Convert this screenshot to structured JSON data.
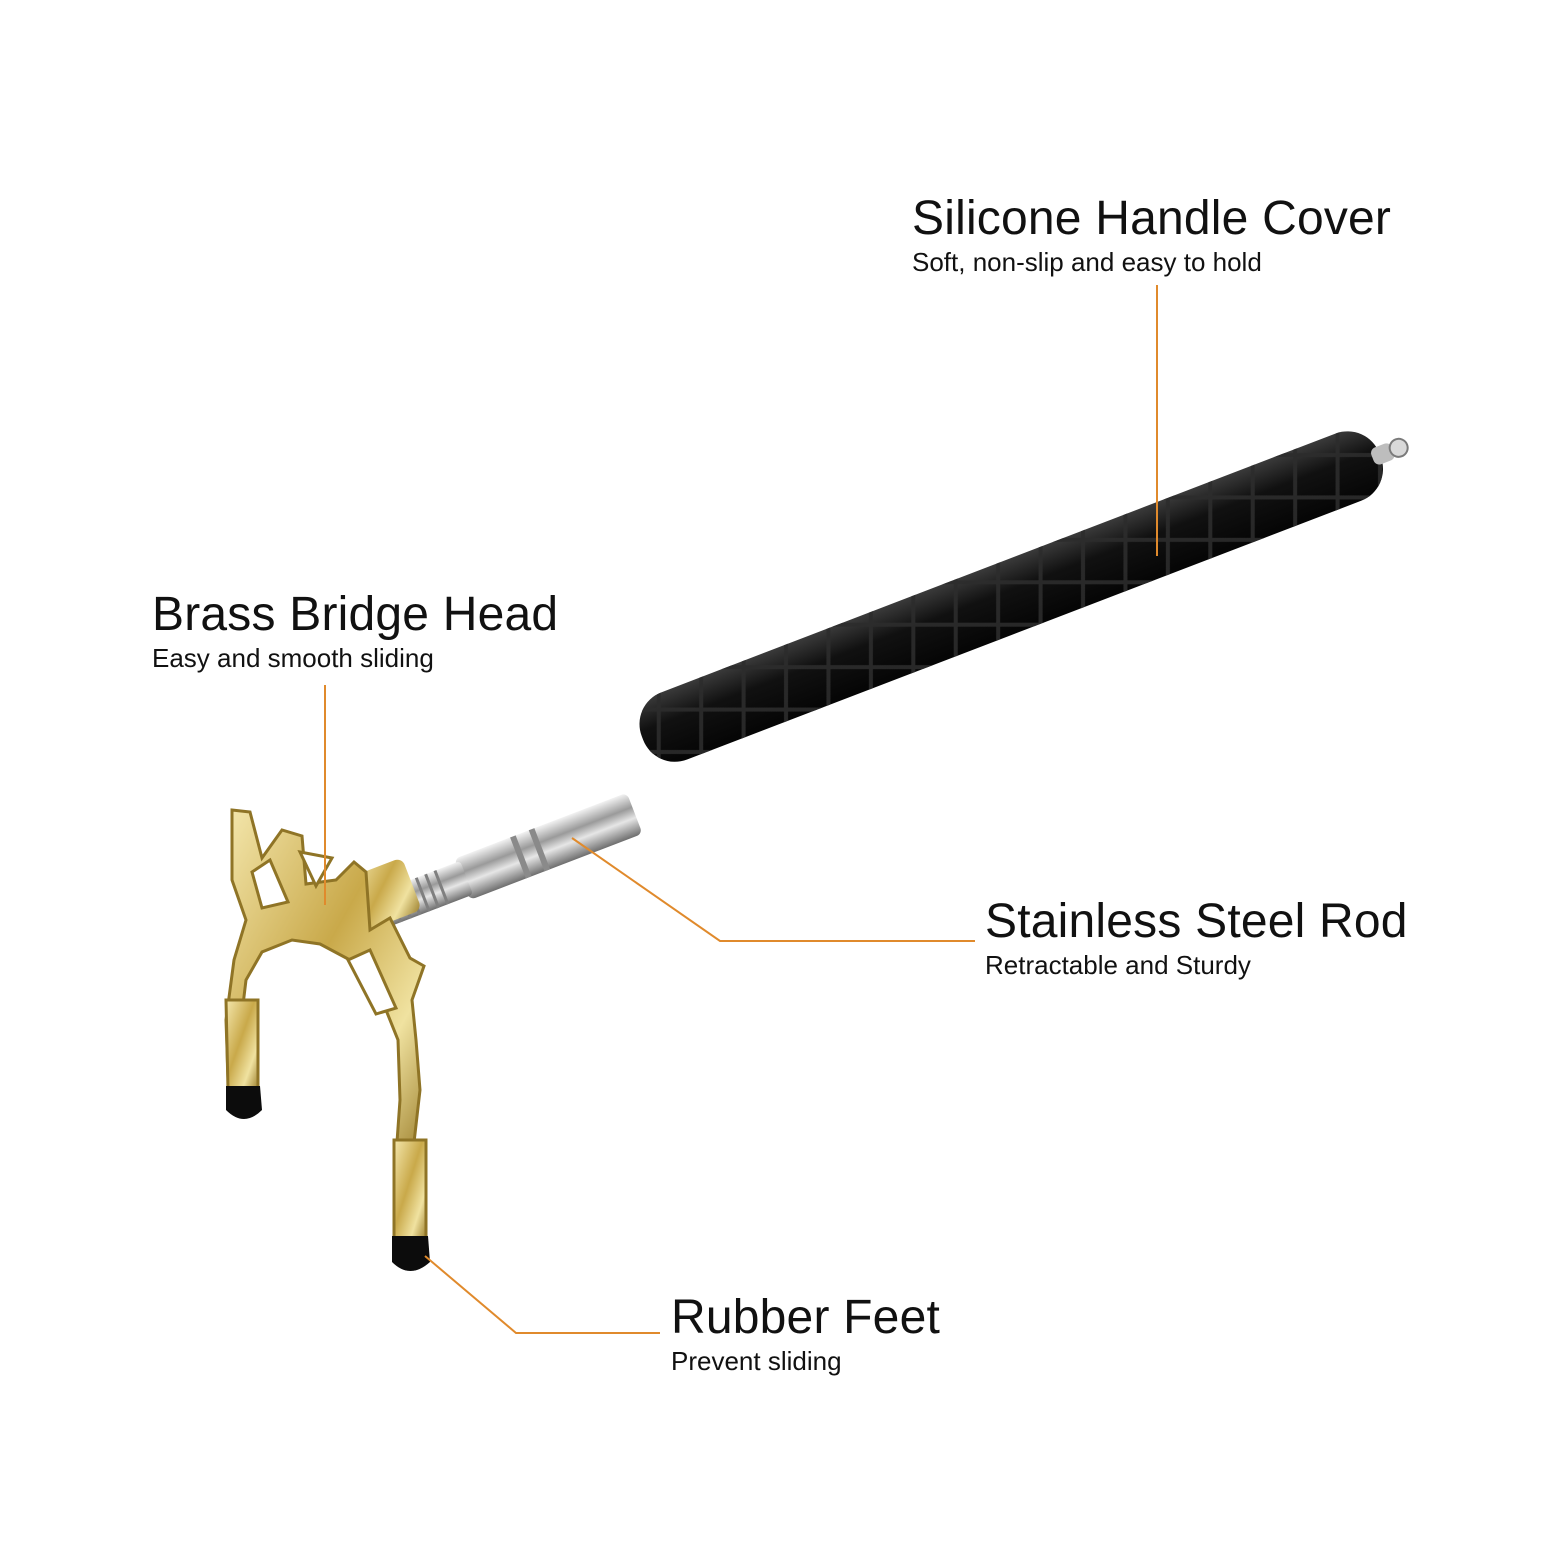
{
  "callouts": {
    "handle": {
      "title": "Silicone Handle Cover",
      "desc": "Soft, non-slip and easy to hold"
    },
    "head": {
      "title": "Brass Bridge Head",
      "desc": "Easy and smooth sliding"
    },
    "rod": {
      "title": "Stainless Steel Rod",
      "desc": "Retractable and Sturdy"
    },
    "feet": {
      "title": "Rubber Feet",
      "desc": "Prevent sliding"
    }
  },
  "colors": {
    "background": "#ffffff",
    "leader_line": "#e08a2c",
    "text": "#111111",
    "brass": "#d8c37a",
    "handle": "#141414",
    "steel": "#c8c8c8",
    "rubber": "#0c0c0c"
  }
}
